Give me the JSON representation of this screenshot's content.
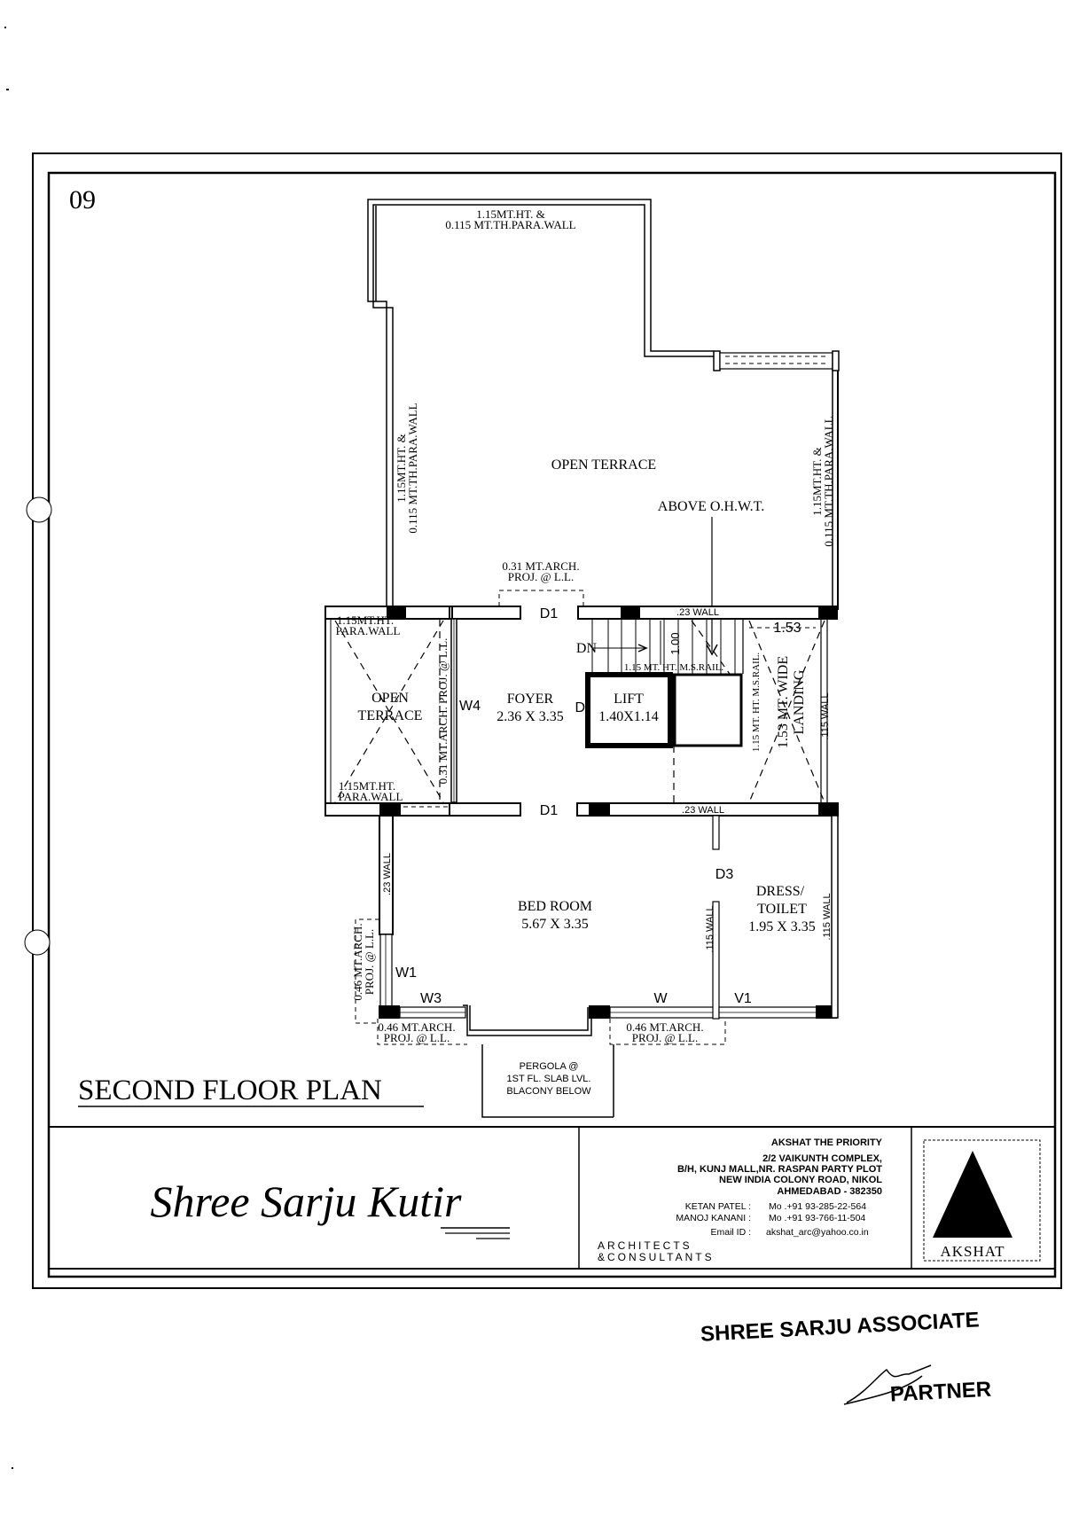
{
  "sheet": {
    "number": "09",
    "plan_title": "SECOND FLOOR PLAN"
  },
  "rooms": {
    "open_terrace_main": "OPEN TERRACE",
    "above_ohwt": "ABOVE O.H.W.T.",
    "open_terrace_side_line1": "OPEN",
    "open_terrace_side_line2": "TERRACE",
    "foyer": {
      "name": "FOYER",
      "size": "2.36 X 3.35"
    },
    "lift": {
      "name": "LIFT",
      "size": "1.40X1.14"
    },
    "bedroom": {
      "name": "BED ROOM",
      "size": "5.67 X 3.35"
    },
    "dress_toilet": {
      "name_line1": "DRESS/",
      "name_line2": "TOILET",
      "size": "1.95 X 3.35"
    },
    "landing_line1": "1.53 MT. WIDE",
    "landing_line2": "LANDING"
  },
  "notes": {
    "top_parapet_line1": "1.15MT.HT. &",
    "top_parapet_line2": "0.115 MT.TH.PARA.WALL",
    "left_parapet_line1": "1.15MT.HT. &",
    "left_parapet_line2": "0.115 MT.TH.PARA.WALL",
    "right_parapet_line1": "1.15MT.HT. &",
    "right_parapet_line2": "0.115 MT.TH.PARA.WALL",
    "arch_proj_031_line1": "0.31 MT.ARCH.",
    "arch_proj_031_line2": "PROJ. @ L.L.",
    "side_arch_proj": "0.31 MT.ARCH. PROJ. @ L.L.",
    "para_wall_top_line1": "1.15MT.HT.",
    "para_wall_top_line2": "PARA.WALL",
    "para_wall_bottom_line1": "1.15MT.HT.",
    "para_wall_bottom_line2": "PARA.WALL",
    "wall_23_top": ".23 WALL",
    "wall_23_mid": ".23 WALL",
    "wall_23_left": ".23 WALL",
    "wall_115_landing": ".115 WALL",
    "wall_115_toilet_left": ".115 WALL",
    "wall_115_toilet_right": ".115 WALL",
    "ms_rail_horizontal": "1.15 MT. HT. M.S.RAIL.",
    "ms_rail_vertical": "1.15 MT. HT. M.S.RAIL.",
    "dim_100": "1.00",
    "dim_153": "1.53",
    "stair_dn": "DN",
    "arch_046_left_line1": "0.46 MT.ARCH.",
    "arch_046_left_line2": "PROJ. @ L.L.",
    "arch_046_bottom_left_line1": "0.46 MT.ARCH.",
    "arch_046_bottom_left_line2": "PROJ. @ L.L.",
    "arch_046_bottom_right_line1": "0.46 MT.ARCH.",
    "arch_046_bottom_right_line2": "PROJ. @ L.L.",
    "pergola_line1": "PERGOLA @",
    "pergola_line2": "1ST FL. SLAB LVL.",
    "pergola_line3": "BLACONY BELOW"
  },
  "openings": {
    "d1_top": "D1",
    "d1_bottom": "D1",
    "d_lift": "D",
    "d3": "D3",
    "w4": "W4",
    "w1": "W1",
    "w3": "W3",
    "w": "W",
    "v1": "V1"
  },
  "title_block": {
    "project_name": "Shree Sarju Kutir",
    "firm_name": "AKSHAT THE PRIORITY",
    "address_line1": "2/2  VAIKUNTH COMPLEX,",
    "address_line2": "B/H, KUNJ MALL,NR. RASPAN PARTY PLOT",
    "address_line3": "NEW INDIA COLONY ROAD, NIKOL",
    "address_line4": "AHMEDABAD - 382350",
    "contacts": [
      {
        "name": "KETAN PATEL  :",
        "value": "Mo .+91 93-285-22-564"
      },
      {
        "name": "MANOJ KANANI :",
        "value": "Mo .+91 93-766-11-504"
      },
      {
        "name": "Email ID  :",
        "value": "akshat_arc@yahoo.co.in"
      }
    ],
    "tagline_line1": "ARCHITECTS",
    "tagline_line2": "&CONSULTANTS",
    "logo_text": "AKSHAT"
  },
  "stamp": {
    "company": "SHREE SARJU ASSOCIATE",
    "role": "PARTNER"
  }
}
